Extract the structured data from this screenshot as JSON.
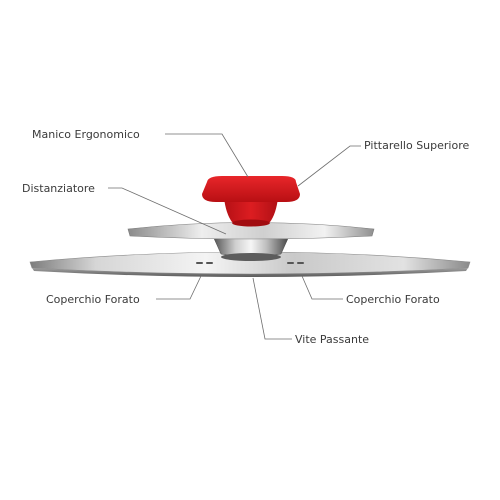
{
  "labels": {
    "manico_ergonomico": "Manico Ergonomico",
    "pittarello_superiore": "Pittarello Superiore",
    "distanziatore": "Distanziatore",
    "coperchio_forato_left": "Coperchio Forato",
    "coperchio_forato_right": "Coperchio Forato",
    "vite_passante": "Vite Passante"
  },
  "colors": {
    "knob_red": "#d8191c",
    "steel_light": "#eeeeee",
    "steel_mid": "#b5b5b5",
    "steel_dark": "#6a6a6a",
    "leader_line": "#6e6e6e",
    "text": "#3a3a3a"
  }
}
